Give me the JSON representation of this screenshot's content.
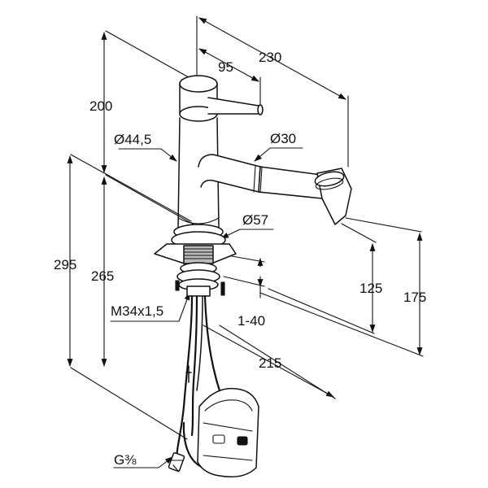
{
  "diagram": {
    "dimensions": {
      "overall_width": "230",
      "spout_lever_offset": "95",
      "height_above_base": "200",
      "body_diameter": "Ø44,5",
      "spout_diameter": "Ø30",
      "base_diameter": "Ø57",
      "total_height": "295",
      "height_to_spout_top": "265",
      "outlet_height_low": "125",
      "outlet_height_high": "175",
      "thread": "M34x1,5",
      "countertop_thickness": "1-40",
      "spout_reach": "215",
      "connection": "G⅜"
    }
  }
}
